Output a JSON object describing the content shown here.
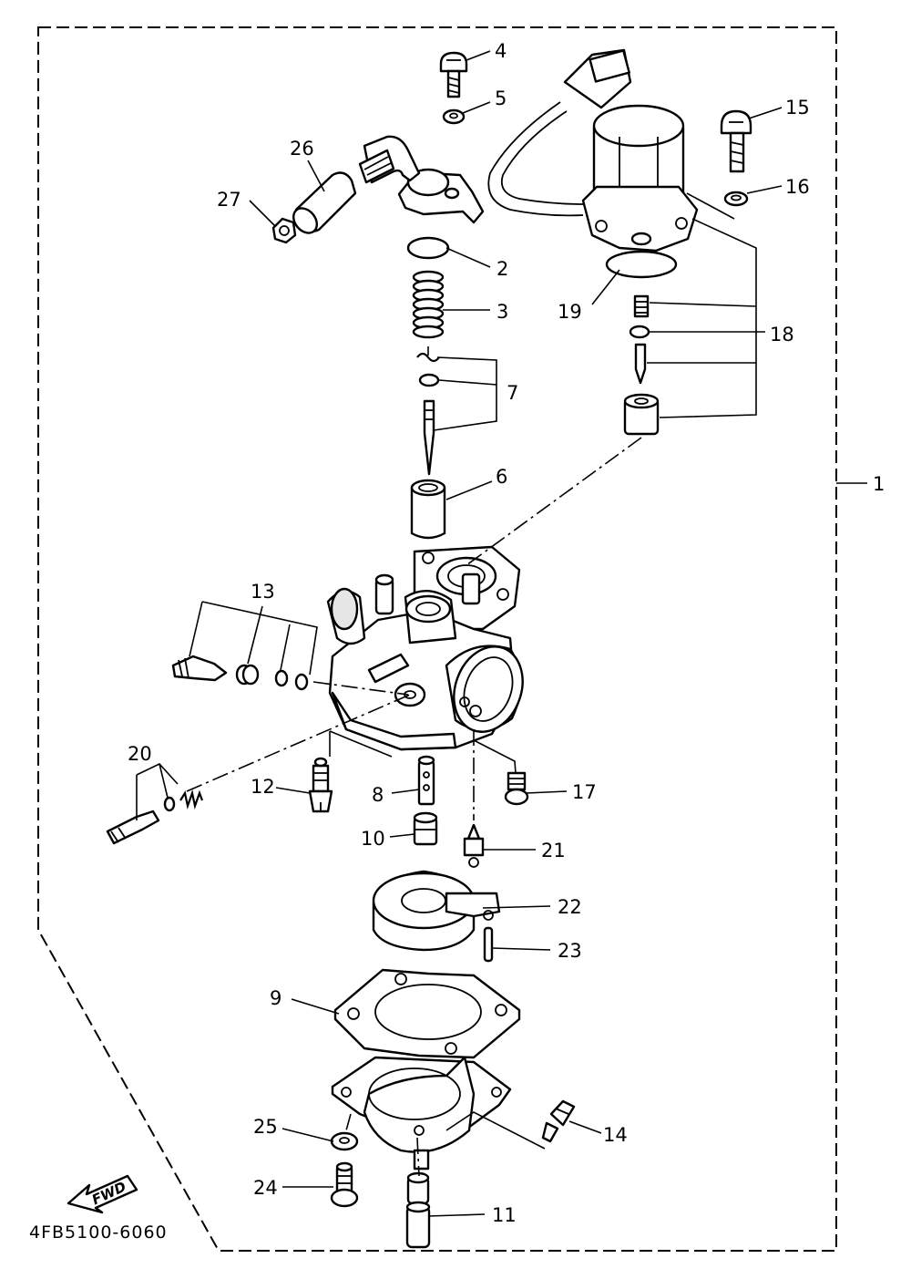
{
  "diagram_code": "4FB5100-6060",
  "fwd_label": "FWD",
  "labels": {
    "p1": "1",
    "p2": "2",
    "p3": "3",
    "p4": "4",
    "p5": "5",
    "p6": "6",
    "p7": "7",
    "p8": "8",
    "p9": "9",
    "p10": "10",
    "p11": "11",
    "p12": "12",
    "p13": "13",
    "p14": "14",
    "p15": "15",
    "p16": "16",
    "p17": "17",
    "p18": "18",
    "p19": "19",
    "p20": "20",
    "p21": "21",
    "p22": "22",
    "p23": "23",
    "p24": "24",
    "p25": "25",
    "p26": "26",
    "p27": "27"
  }
}
